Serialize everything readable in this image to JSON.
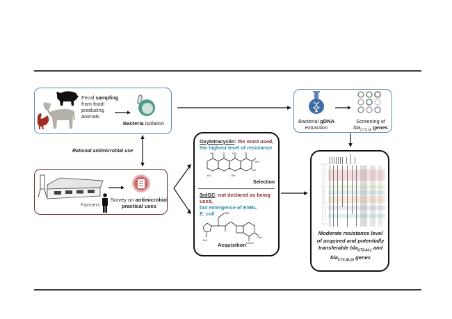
{
  "figure": {
    "fecal_box": {
      "label_bold": "sampling",
      "label_pre": "Fecal",
      "label_rest": "from food-producing animals",
      "label_lines": [
        "Fecal sampling",
        "from food-",
        "producing",
        "animals"
      ],
      "isolation_bold": "Bacteria",
      "isolation_rest": " isolation"
    },
    "rational_use_label": "Rational antimicrobial use",
    "farmers_box": {
      "farmers_label": "Farmers",
      "survey_pre": "Survey on ",
      "survey_bold": "antimicrobial",
      "survey_line2": "practical uses"
    },
    "antibiotics_box": {
      "oxytetracyclin_name": "Oxytetracyclin",
      "oxytetracyclin_red": ": the most used,",
      "oxytetracyclin_blue": "the highest level of resistance",
      "selection_label": "Selection",
      "thirdgc_name": "3rdGC",
      "thirdgc_red": ": not declared as being used,",
      "thirdgc_blue": " but emergence of ESBL",
      "thirdgc_species": "E. coli",
      "acquisition_label": "Acquisition"
    },
    "dna_box": {
      "extraction_bold": "gDNA",
      "extraction_pre": "Bacterial ",
      "extraction_line2": "extraction",
      "screening_line1": "Screening of",
      "screening_gene": "bla",
      "screening_sub": "CTX-M",
      "screening_rest": " genes"
    },
    "result_box": {
      "line1": "Moderate resistance level",
      "line2": "of acquired and potentially",
      "line3_pre": "transferable bla",
      "line3_sub": "CTX-M-1",
      "line3_post": " and",
      "line4_pre": "bla",
      "line4_sub": "CTX-M-15",
      "line4_post": " genes"
    },
    "colors": {
      "blue_box": "#5b87b8",
      "red_box": "#6e2a2a",
      "black_box": "#111111",
      "red_text": "#8a2f2f",
      "blue_text": "#2c8aa8"
    }
  }
}
